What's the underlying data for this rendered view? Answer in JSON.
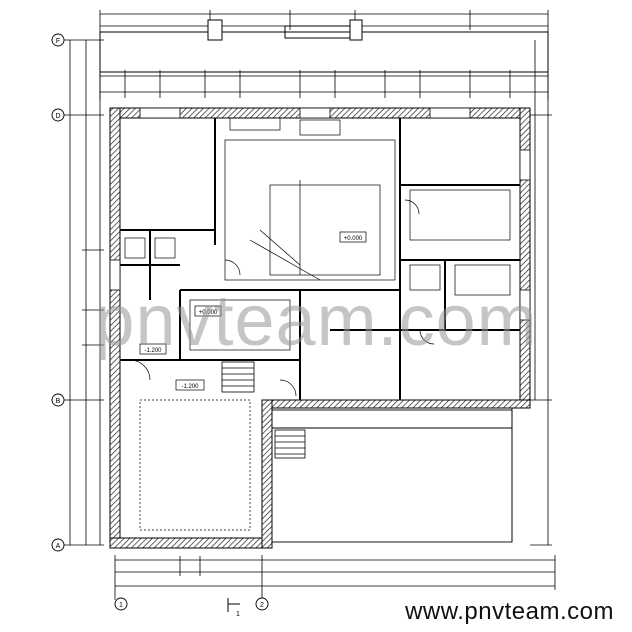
{
  "grid_axes": {
    "rows": [
      "F",
      "D",
      "B",
      "A"
    ],
    "cols": [
      "1",
      "2"
    ]
  },
  "room_areas": {
    "hall": "+0.000",
    "garage": "-1.200",
    "bath_level": "+0.000",
    "stair_level": "-1.200"
  },
  "watermark": "pnvteam.com",
  "website": "www.pnvteam.com",
  "section_marker": "1"
}
